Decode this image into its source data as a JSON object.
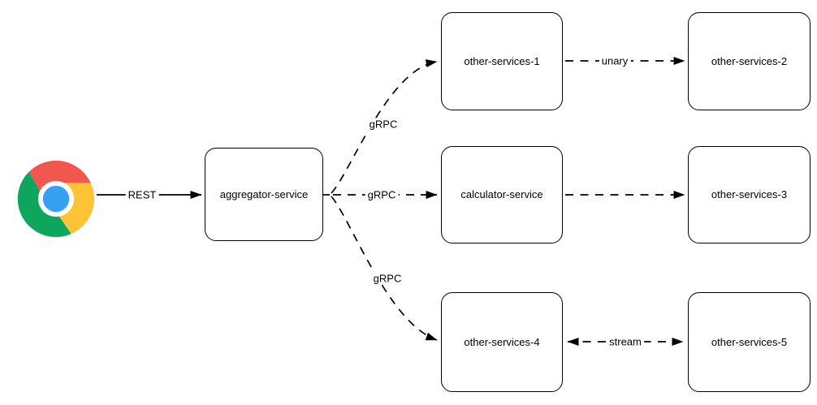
{
  "diagram": {
    "client": {
      "name": "chrome-browser"
    },
    "nodes": [
      {
        "id": "aggregator-service",
        "label": "aggregator-service"
      },
      {
        "id": "other-services-1",
        "label": "other-services-1"
      },
      {
        "id": "other-services-2",
        "label": "other-services-2"
      },
      {
        "id": "calculator-service",
        "label": "calculator-service"
      },
      {
        "id": "other-services-3",
        "label": "other-services-3"
      },
      {
        "id": "other-services-4",
        "label": "other-services-4"
      },
      {
        "id": "other-services-5",
        "label": "other-services-5"
      }
    ],
    "edges": [
      {
        "from": "chrome-browser",
        "to": "aggregator-service",
        "label": "REST",
        "style": "solid",
        "arrows": "end"
      },
      {
        "from": "aggregator-service",
        "to": "other-services-1",
        "label": "gRPC",
        "style": "dashed",
        "arrows": "end"
      },
      {
        "from": "aggregator-service",
        "to": "calculator-service",
        "label": "gRPC",
        "style": "dashed",
        "arrows": "end"
      },
      {
        "from": "aggregator-service",
        "to": "other-services-4",
        "label": "gRPC",
        "style": "dashed",
        "arrows": "end"
      },
      {
        "from": "other-services-1",
        "to": "other-services-2",
        "label": "unary",
        "style": "dashed",
        "arrows": "end"
      },
      {
        "from": "calculator-service",
        "to": "other-services-3",
        "label": "",
        "style": "dashed",
        "arrows": "end"
      },
      {
        "from": "other-services-4",
        "to": "other-services-5",
        "label": "stream",
        "style": "dashed",
        "arrows": "both"
      }
    ],
    "colors": {
      "line": "#000000",
      "box_border": "#000000",
      "box_fill": "#FFFFFF",
      "text": "#000000",
      "chrome_red": "#F1564F",
      "chrome_yellow": "#FFC436",
      "chrome_green": "#0EA65D",
      "chrome_blue": "#35A1F3",
      "chrome_ring": "#FFFFFF"
    }
  }
}
